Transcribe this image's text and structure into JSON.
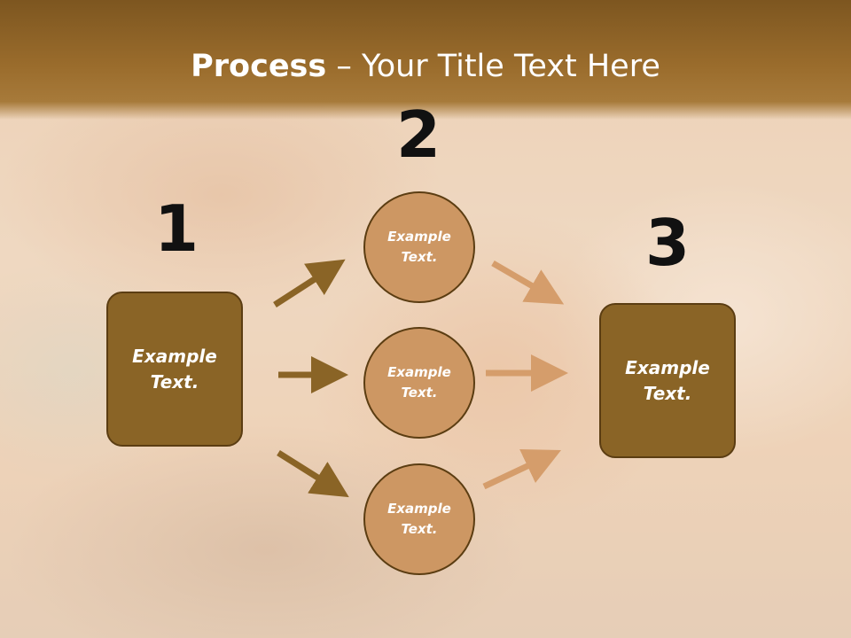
{
  "title": {
    "bold": "Process",
    "rest": " – Your Title Text Here"
  },
  "steps": {
    "one": "1",
    "two": "2",
    "three": "3"
  },
  "left_box": {
    "text": "Example Text."
  },
  "right_box": {
    "text": "Example Text."
  },
  "circles": [
    {
      "text": "Example Text."
    },
    {
      "text": "Example Text."
    },
    {
      "text": "Example Text."
    }
  ],
  "colors": {
    "title_band": "#8f6427",
    "box_fill": "#8a6426",
    "circle_fill": "#cd9763",
    "outline": "#5b3d12",
    "arrow_dark": "#8a6426",
    "arrow_light": "#d59d6b"
  }
}
